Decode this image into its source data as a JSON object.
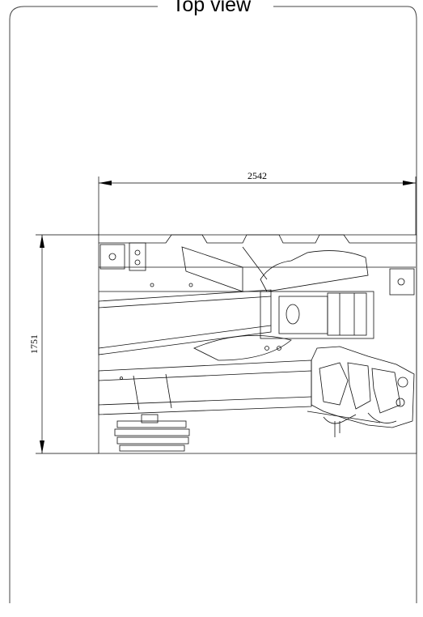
{
  "drawing": {
    "view_title": "Top view",
    "dimensions": {
      "width_label": "2542",
      "height_label": "1751"
    }
  }
}
